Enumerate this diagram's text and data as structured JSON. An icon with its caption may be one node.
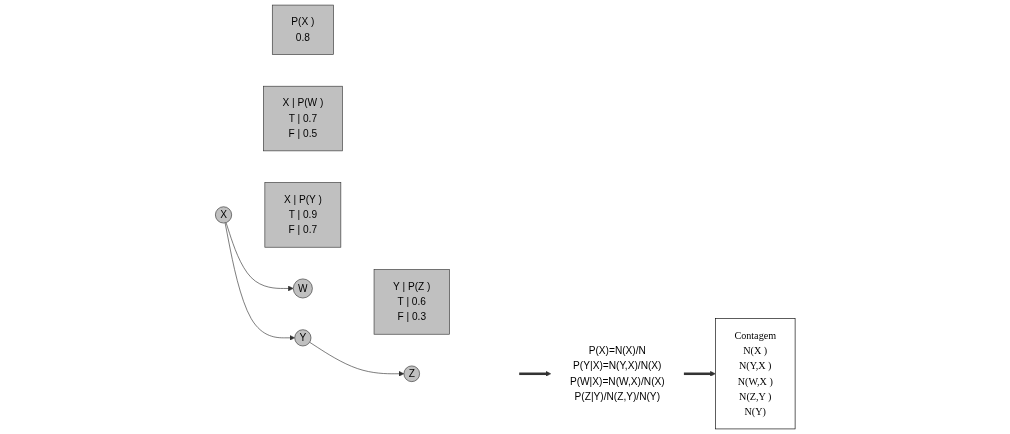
{
  "diagram": {
    "nodes": [
      {
        "text": [
          "P(X )",
          "0.8"
        ]
      },
      {
        "text": [
          "X"
        ]
      },
      {
        "text": [
          "X  | P(W )",
          "T  | 0.7",
          "F  | 0.5"
        ]
      },
      {
        "text": [
          "X  | P(Y )",
          "T  | 0.9",
          "F  | 0.7"
        ]
      },
      {
        "text": [
          "W"
        ]
      },
      {
        "text": [
          "Y"
        ]
      },
      {
        "text": [
          "P(X)=N(X)/N",
          "P(Y|X)=N(Y,X)/N(X)",
          "P(W|X)=N(W,X)/N(X)",
          "P(Z|Y)/N(Z,Y)/N(Y)"
        ]
      },
      {
        "text": [
          "Contagem",
          "N(X )",
          "N(Y,X )",
          "N(W,X )",
          "N(Z,Y )",
          "N(Y)"
        ]
      },
      {
        "text": [
          "Y  | P(Z )",
          "T  | 0.6",
          "F  | 0.3"
        ]
      },
      {
        "text": [
          "Z"
        ]
      }
    ],
    "edges": [
      {
        "from": 1,
        "to": 4,
        "arrow": "to"
      },
      {
        "from": 1,
        "to": 5,
        "arrow": "to"
      },
      {
        "from": 5,
        "to": 9,
        "arrow": "to"
      },
      {
        "from": null,
        "to": 6,
        "arrow": "to",
        "style": "thick"
      },
      {
        "from": 6,
        "to": 7,
        "arrow": "to",
        "style": "thick"
      }
    ]
  }
}
